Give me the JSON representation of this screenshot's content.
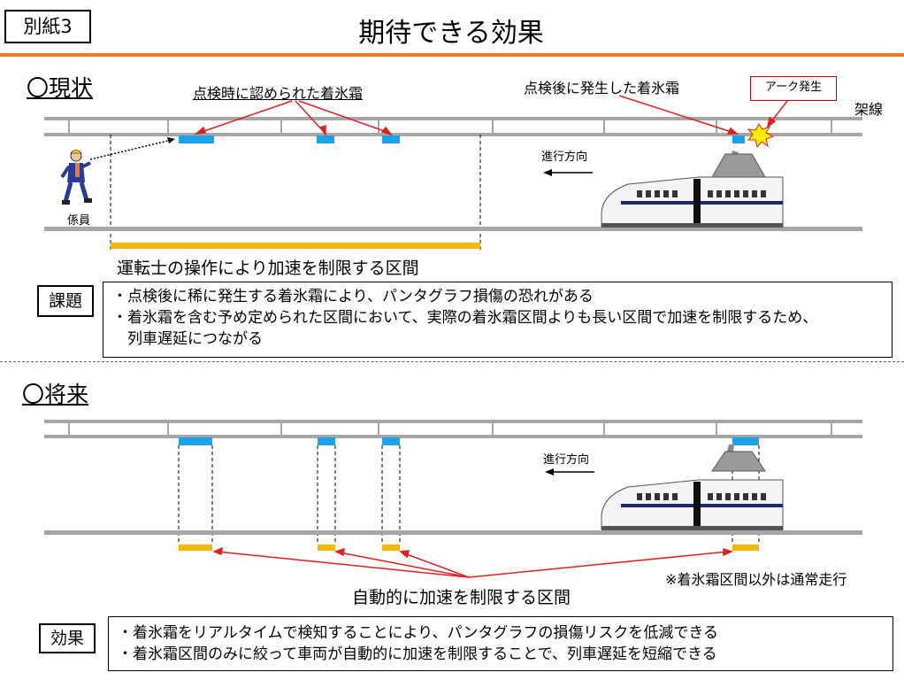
{
  "doc": {
    "attachment_label": "別紙3",
    "title": "期待できる効果"
  },
  "current": {
    "heading": "〇現状",
    "ice_detected_label": "点検時に認められた着氷霜",
    "ice_after_label": "点検後に発生した着氷霜",
    "arc_label": "アーク発生",
    "wire_label": "架線",
    "direction_label": "進行方向",
    "worker_label": "係員",
    "zone_label": "運転士の操作により加速を制限する区間"
  },
  "issues": {
    "label": "課題",
    "lines": [
      "・点検後に稀に発生する着氷霜により、パンタグラフ損傷の恐れがある",
      "・着氷霜を含む予め定められた区間において、実際の着氷霜区間よりも長い区間で加速を制限するため、",
      "　列車遅延につながる"
    ]
  },
  "future": {
    "heading": "〇将来",
    "direction_label": "進行方向",
    "zone_label": "自動的に加速を制限する区間",
    "normal_note": "※着氷霜区間以外は通常走行"
  },
  "effects": {
    "label": "効果",
    "lines": [
      "・着氷霜をリアルタイムで検知することにより、パンタグラフの損傷リスクを低減できる",
      "・着氷霜区間のみに絞って車両が自動的に加速を制限することで、列車遅延を短縮できる"
    ]
  },
  "colors": {
    "accent_orange": "#f07820",
    "ice_blue": "#1aa3e8",
    "zone_yellow": "#f5b800",
    "arrow_red": "#e02020",
    "rail_gray": "#a6a6a6",
    "train_navy": "#1a2a6c"
  }
}
